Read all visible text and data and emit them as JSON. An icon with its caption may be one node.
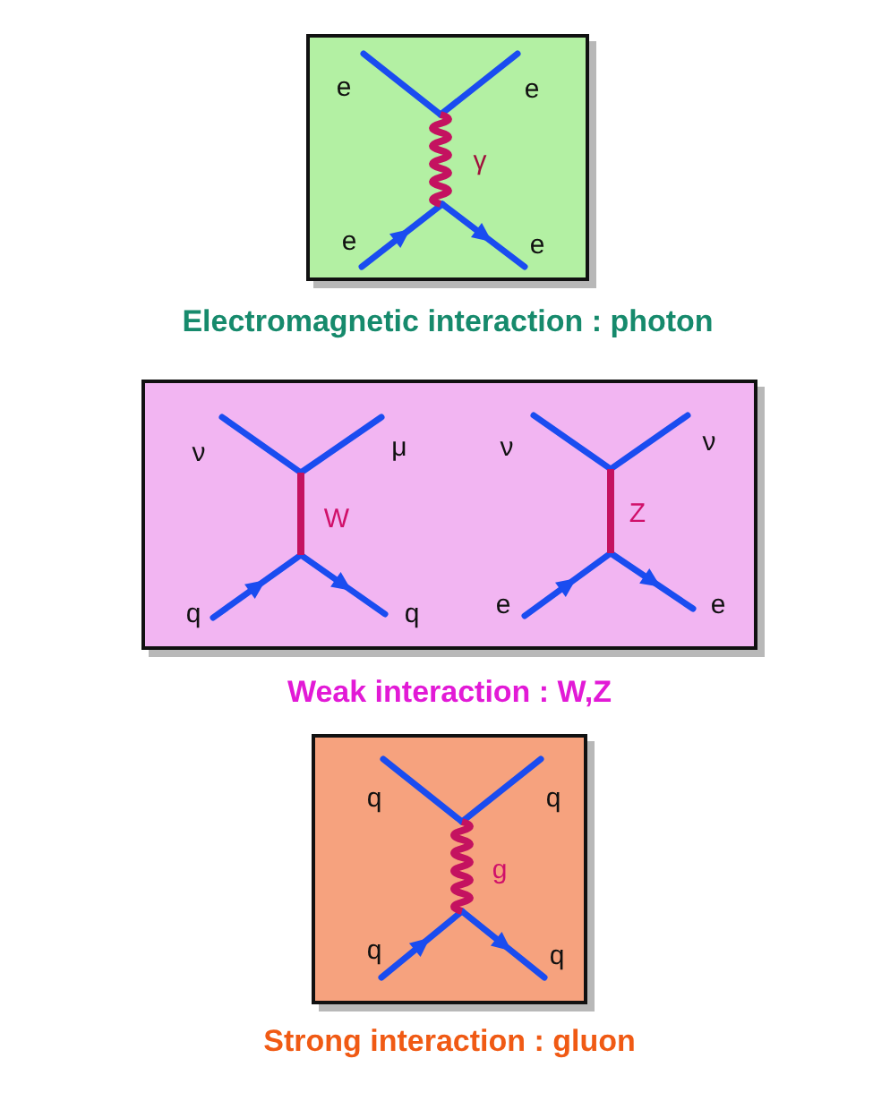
{
  "diagram": {
    "nodes": [
      {
        "text": [],
        "shape": "box",
        "beside": [
          "Electromagnetic interaction : photon"
        ]
      },
      {
        "text": [],
        "shape": "box",
        "beside": [
          "Weak interaction : W,Z"
        ]
      },
      {
        "text": [],
        "shape": "box",
        "beside": [
          "Strong interaction : gluon"
        ]
      }
    ],
    "edges": [],
    "labels": [
      "e",
      "e",
      "γ",
      "e",
      "e",
      "ν",
      "μ",
      "ν",
      "ν",
      "W",
      "Z",
      "q",
      "q",
      "e",
      "e",
      "q",
      "q",
      "g",
      "q",
      "q"
    ]
  }
}
